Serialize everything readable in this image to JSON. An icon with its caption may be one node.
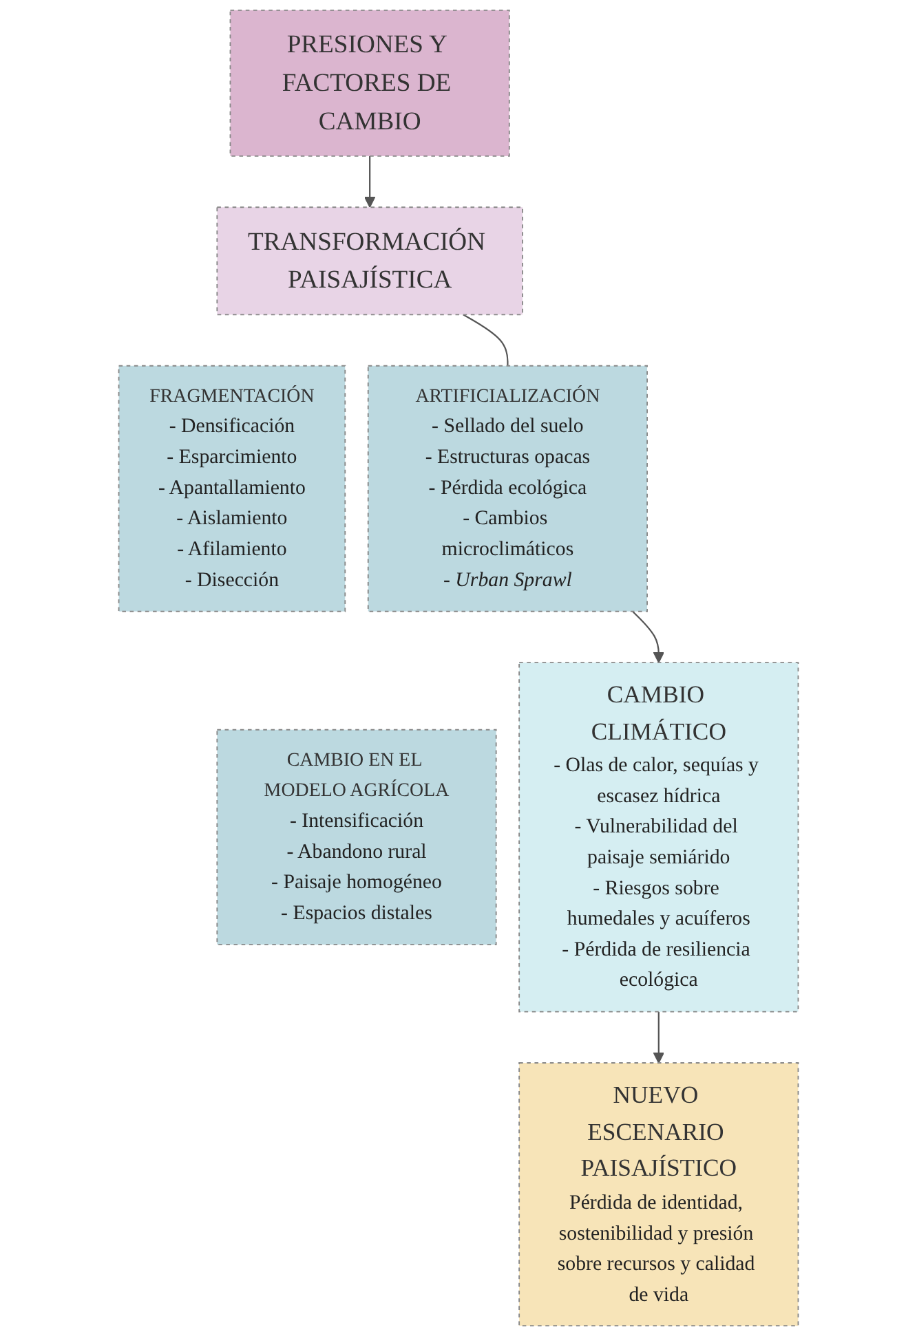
{
  "diagram": {
    "nodes": [
      {
        "text": [
          "PRESIONES Y FACTORES DE CAMBIO"
        ]
      },
      {
        "text": [
          "TRANSFORMACIÓN PAISAJÍSTICA"
        ]
      },
      {
        "text": [
          "FRAGMENTACIÓN",
          "- Densificación",
          "- Esparcimiento",
          "- Apantallamiento",
          "- Aislamiento",
          "- Afilamiento",
          "- Disección"
        ]
      },
      {
        "text": [
          "ARTIFICIALIZACIÓN",
          "- Sellado del suelo",
          "- Estructuras opacas",
          "- Pérdida ecológica",
          "- Cambios microclimáticos",
          "- *Urban Sprawl*"
        ]
      },
      {
        "text": [
          "CAMBIO EN EL MODELO AGRÍCOLA",
          "- Intensificación",
          "- Abandono rural",
          "- Paisaje homogéneo",
          "- Espacios distales"
        ]
      },
      {
        "text": [
          "CAMBIO CLIMÁTICO",
          "- Olas de calor, sequías y escasez hídrica",
          "- Vulnerabilidad del paisaje semiárido",
          "- Riesgos sobre humedales y acuíferos",
          "- Pérdida de resiliencia ecológica"
        ]
      },
      {
        "text": [
          "NUEVO ESCENARIO PAISAJÍSTICO",
          "Pérdida de identidad, sostenibilidad y presión sobre recursos y calidad de vida"
        ]
      }
    ],
    "edges": [
      {
        "from": 0,
        "to": 1,
        "arrow": "to"
      },
      {
        "from": 1,
        "to": 3,
        "arrow": "none"
      },
      {
        "from": 3,
        "to": 5,
        "arrow": "to"
      },
      {
        "from": 5,
        "to": 6,
        "arrow": "to"
      }
    ]
  }
}
